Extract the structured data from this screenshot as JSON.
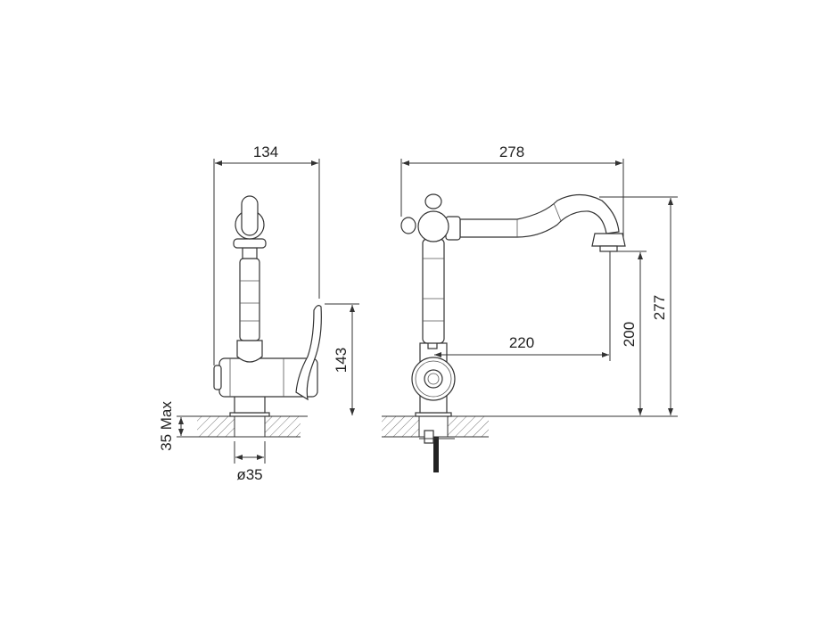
{
  "drawing": {
    "side_view": {
      "width_label": "134",
      "lever_height_label": "143",
      "deck_thickness_label": "35 Max",
      "hole_diameter_label": "ø35"
    },
    "front_view": {
      "overall_width_label": "278",
      "spout_reach_label": "220",
      "spout_outlet_height_label": "200",
      "overall_height_label": "277"
    }
  }
}
